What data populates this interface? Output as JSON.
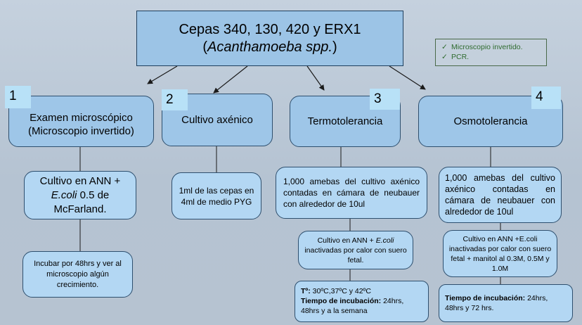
{
  "title": {
    "line1": "Cepas 340, 130, 420 y ERX1",
    "line2": "Acanthamoeba spp.",
    "open": "(",
    "close": ")"
  },
  "legend": {
    "check": "✓",
    "items": [
      "Microscopio invertido.",
      "PCR."
    ]
  },
  "branches": [
    {
      "number": "1",
      "label_line1": "Examen microscópico",
      "label_line2": "(Microscopio invertido)",
      "step1": {
        "pre": "Cultivo en ANN +",
        "italic": "E.coli",
        "post": "0.5 de",
        "line3": "McFarland."
      },
      "step2": "Incubar por 48hrs y ver al microscopio algún crecimiento."
    },
    {
      "number": "2",
      "label": "Cultivo axénico",
      "step1": "1ml de las cepas en 4ml de medio PYG"
    },
    {
      "number": "3",
      "label": "Termotolerancia",
      "step1": "1,000 amebas del cultivo axénico contadas en cámara de neubauer con alrededor de 10ul",
      "step2": {
        "pre": "Cultivo en ANN +",
        "italic": "E.coli",
        "post": "inactivadas por calor con suero fetal."
      },
      "step3": {
        "temp_label": "Tº:",
        "temp_value": "30ºC,37ºC y 42ºC",
        "time_label": "Tiempo de incubación:",
        "time_value": "24hrs, 48hrs y a la semana"
      }
    },
    {
      "number": "4",
      "label": "Osmotolerancia",
      "step1": "1,000 amebas del cultivo axénico contadas en cámara de neubauer con alrededor de 10ul",
      "step2": "Cultivo en ANN +E.coli inactivadas por calor con suero fetal + manitol al 0.3M, 0.5M y 1.0M",
      "step3": {
        "time_label": "Tiempo de incubación:",
        "time_value": "24hrs, 48hrs y 72 hrs."
      }
    }
  ]
}
